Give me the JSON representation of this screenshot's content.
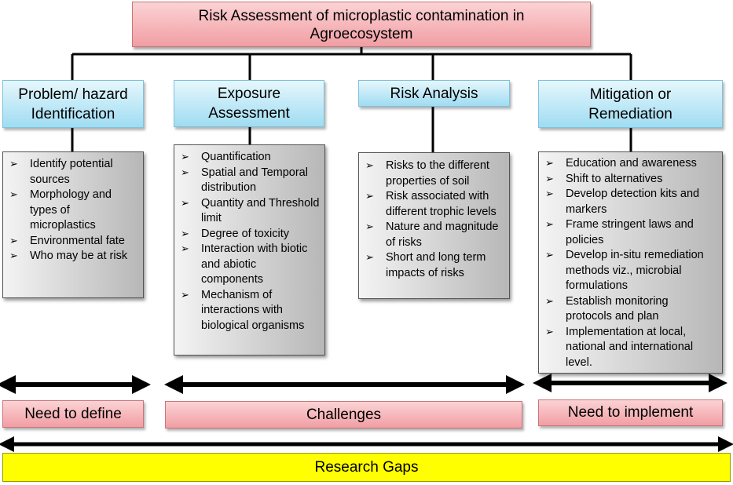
{
  "title": {
    "line1": "Risk Assessment  of microplastic contamination in",
    "line2": "Agroecosystem"
  },
  "stages": [
    {
      "line1": "Problem/ hazard",
      "line2": "Identification",
      "items": [
        "Identify potential sources",
        "Morphology and types of microplastics",
        "Environmental fate",
        "Who may be at risk"
      ]
    },
    {
      "line1": "Exposure",
      "line2": "Assessment",
      "items": [
        "Quantification",
        "Spatial and Temporal distribution",
        "Quantity and Threshold limit",
        "Degree of toxicity",
        "Interaction with biotic and abiotic components",
        "Mechanism of interactions with biological organisms"
      ]
    },
    {
      "line1": "Risk  Analysis",
      "line2": "",
      "items": [
        "Risks to the different properties of soil",
        "Risk associated with different trophic levels",
        "Nature and magnitude of risks",
        "Short and long term impacts of risks"
      ]
    },
    {
      "line1": "Mitigation or",
      "line2": "Remediation",
      "items": [
        "Education and awareness",
        "Shift to alternatives",
        "Develop  detection kits and markers",
        "Frame stringent laws  and policies",
        "Develop in-situ remediation methods viz., microbial formulations",
        "Establish monitoring protocols and plan",
        "Implementation at local, national and international level."
      ]
    }
  ],
  "outcomes": {
    "define": "Need to define",
    "challenges": "Challenges",
    "implement": "Need to implement"
  },
  "gaps": "Research Gaps",
  "colors": {
    "title_fill": "#f4a9ad",
    "stage_fill": "#b9e6f6",
    "list_fill": "#d0d0d0",
    "outcome_fill": "#f4a9ad",
    "gaps_fill": "#ffff00"
  }
}
